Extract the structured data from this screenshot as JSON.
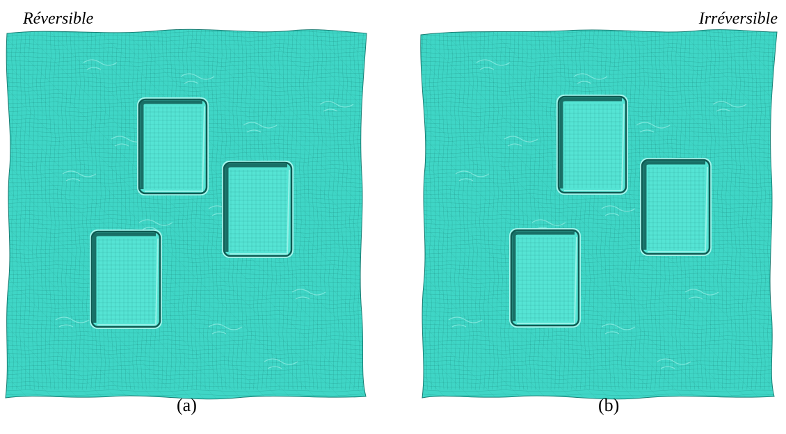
{
  "panels": [
    {
      "title": "Réversible",
      "caption": "(a)"
    },
    {
      "title": "Irréversible",
      "caption": "(b)"
    }
  ],
  "colors": {
    "mesh_fill": "#3fd6c6",
    "mesh_fill_light": "#55e4d4",
    "mesh_line": "#1a7d73",
    "cavity_shadow": "#0f5a52",
    "cavity_rim": "#a6f5ec"
  }
}
